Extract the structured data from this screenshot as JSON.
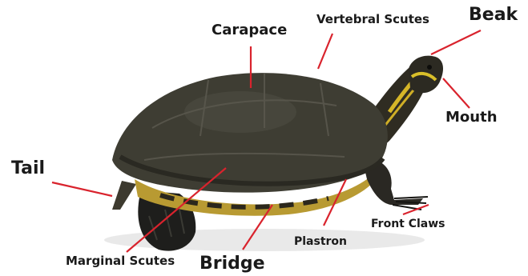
{
  "colors": {
    "accent": "#d9232d",
    "text": "#1a1a1a",
    "background": "#ffffff"
  },
  "subject": "turtle",
  "labels": {
    "carapace": "Carapace",
    "vertebral_scutes": "Vertebral Scutes",
    "beak": "Beak",
    "mouth": "Mouth",
    "tail": "Tail",
    "front_claws": "Front Claws",
    "plastron": "Plastron",
    "marginal_scutes": "Marginal Scutes",
    "bridge": "Bridge"
  }
}
